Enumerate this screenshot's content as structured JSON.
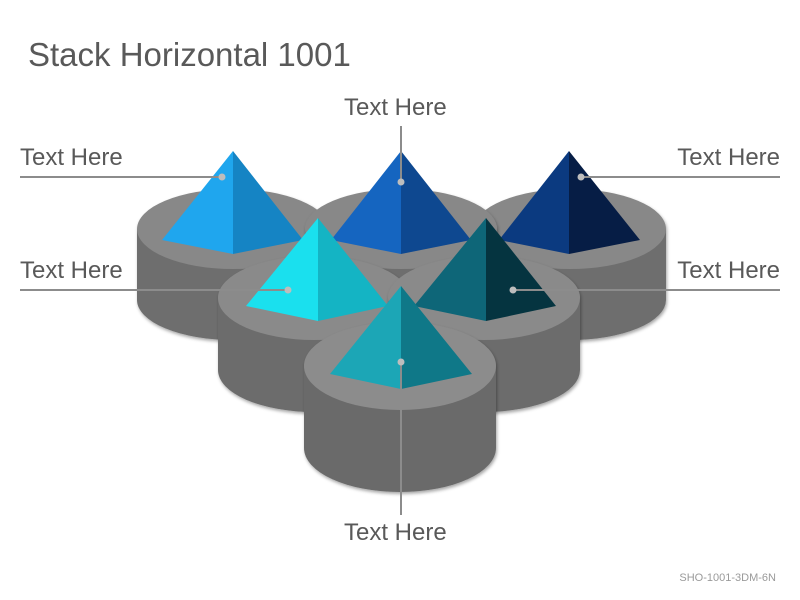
{
  "title": "Stack Horizontal 1001",
  "labels": {
    "top_center": "Text Here",
    "top_left": "Text Here",
    "top_right": "Text Here",
    "mid_left": "Text Here",
    "mid_right": "Text Here",
    "bottom_center": "Text Here"
  },
  "footer_code": "SHO-1001-3DM-6N",
  "colors": {
    "pyramid_light_blue": "#1fa6ee",
    "pyramid_royal_blue": "#1565c0",
    "pyramid_navy": "#0b2f6b",
    "pyramid_cyan": "#1ad4e8",
    "pyramid_dark_teal": "#0b5566",
    "pyramid_teal": "#1898a8",
    "pedestal_top": "#8a8a8a",
    "pedestal_side": "#6e6e6e",
    "connector_line": "#8c8c8c"
  }
}
